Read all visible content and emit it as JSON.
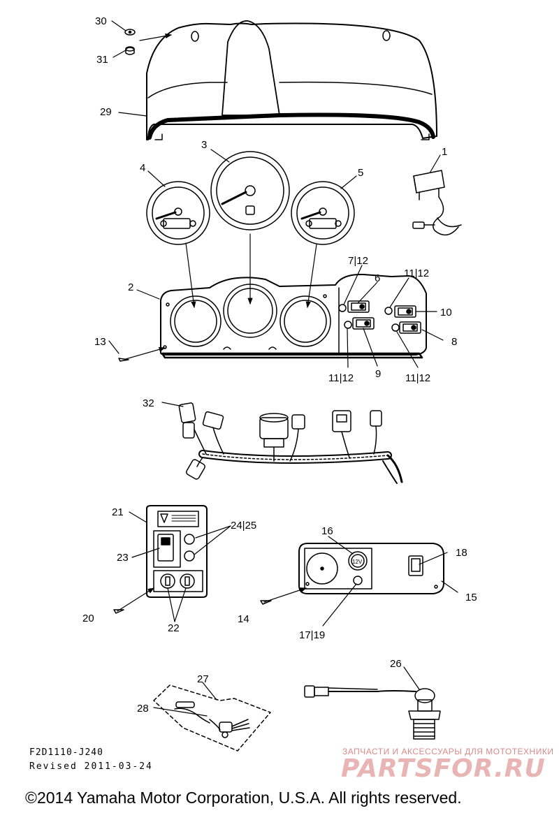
{
  "callouts": {
    "c1": "1",
    "c2": "2",
    "c3": "3",
    "c4": "4",
    "c5": "5",
    "c6": "6",
    "c7_12": "7|12",
    "c8": "8",
    "c9": "9",
    "c10": "10",
    "c11_12_top": "11|12",
    "c11_12_bl": "11|12",
    "c11_12_br": "11|12",
    "c13": "13",
    "c14": "14",
    "c15": "15",
    "c16": "16",
    "c17_19": "17|19",
    "c18": "18",
    "c20": "20",
    "c21": "21",
    "c22": "22",
    "c23": "23",
    "c24_25": "24|25",
    "c26": "26",
    "c27": "27",
    "c28": "28",
    "c29": "29",
    "c30": "30",
    "c31": "31",
    "c32": "32"
  },
  "socket_label": "12V",
  "drawing_code": "F2D1110-J240",
  "revised": "Revised 2011-03-24",
  "watermark": {
    "tagline": "ЗАПЧАСТИ И АКСЕССУАРЫ ДЛЯ МОТОТЕХНИКИ",
    "logo": "PARTSFOR.RU"
  },
  "copyright": "©2014 Yamaha Motor Corporation, U.S.A. All rights reserved."
}
